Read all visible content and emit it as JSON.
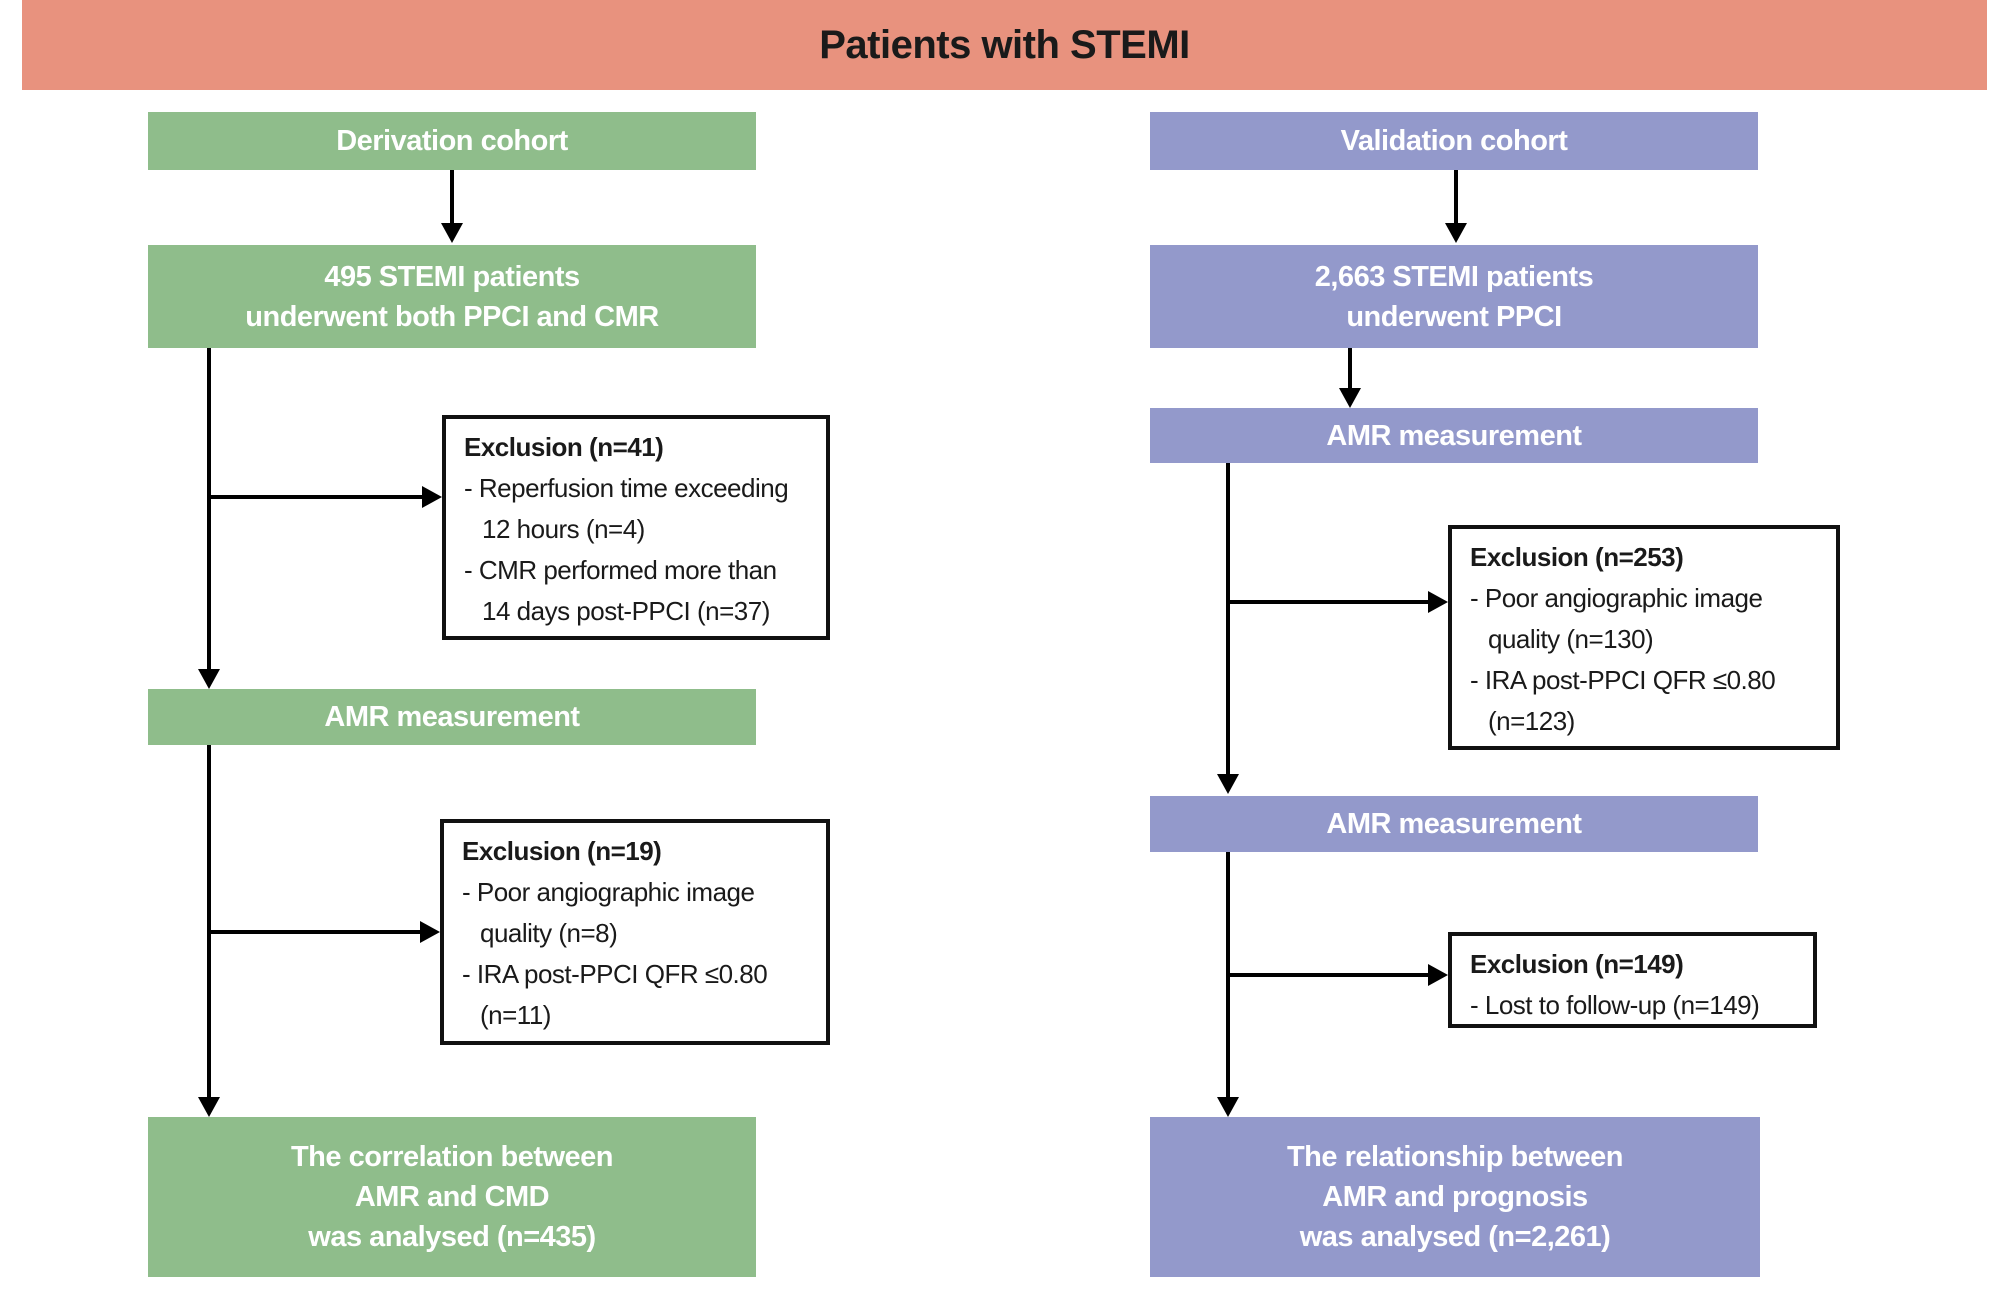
{
  "title": "Patients with STEMI",
  "colors": {
    "banner": "#E8927E",
    "derivation": "#8FBD8B",
    "validation": "#9399CB"
  },
  "derivation": {
    "header": "Derivation cohort",
    "enrollment": {
      "line1": "495 STEMI patients",
      "line2": "underwent both PPCI and CMR"
    },
    "exclusion1": {
      "heading": "Exclusion (n=41)",
      "item1": "- Reperfusion time exceeding",
      "item1_cont": "12 hours (n=4)",
      "item2": "- CMR performed more than",
      "item2_cont": "14 days post-PPCI (n=37)"
    },
    "amr": "AMR measurement",
    "exclusion2": {
      "heading": "Exclusion (n=19)",
      "item1": "- Poor angiographic image",
      "item1_cont": "quality (n=8)",
      "item2": "- IRA post-PPCI QFR ≤0.80",
      "item2_cont": "(n=11)"
    },
    "outcome": {
      "line1": "The correlation between",
      "line2": "AMR and CMD",
      "line3": "was analysed (n=435)"
    }
  },
  "validation": {
    "header": "Validation cohort",
    "enrollment": {
      "line1": "2,663 STEMI patients",
      "line2": "underwent PPCI"
    },
    "amr1": "AMR measurement",
    "exclusion1": {
      "heading": "Exclusion (n=253)",
      "item1": "- Poor angiographic image",
      "item1_cont": "quality (n=130)",
      "item2": "- IRA post-PPCI QFR ≤0.80",
      "item2_cont": "(n=123)"
    },
    "amr2": "AMR measurement",
    "exclusion2": {
      "heading": "Exclusion (n=149)",
      "item1": "- Lost to follow-up (n=149)"
    },
    "outcome": {
      "line1": "The relationship between",
      "line2": "AMR and prognosis",
      "line3": "was analysed (n=2,261)"
    }
  }
}
